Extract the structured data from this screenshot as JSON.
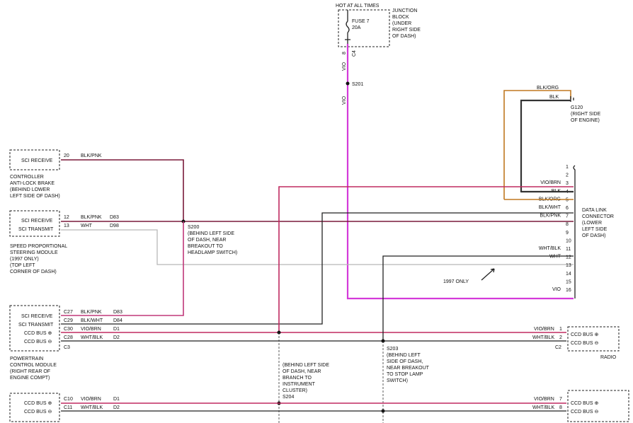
{
  "fuse": {
    "hot_label": "HOT AT ALL TIMES",
    "fuse_name": "FUSE 7",
    "amps": "20A",
    "junction_lines": [
      "JUNCTION",
      "BLOCK",
      "(UNDER",
      "RIGHT SIDE",
      "OF DASH)"
    ],
    "cavity_a": "8",
    "cavity_b": "C4"
  },
  "splices": {
    "s201": "S201",
    "s200": "S200",
    "s200_desc": [
      "(BEHIND LEFT SIDE",
      "OF DASH, NEAR",
      "BREAKOUT TO",
      "HEADLAMP SWITCH)"
    ],
    "s204": "S204",
    "s204_desc": [
      "(BEHIND LEFT SIDE",
      "OF DASH, NEAR",
      "BRANCH TO",
      "INSTRUMENT",
      "CLUSTER)"
    ],
    "s203": "S203",
    "s203_desc": [
      "(BEHIND LEFT",
      "SIDE OF DASH,",
      "NEAR BREAKOUT",
      "TO STOP LAMP",
      "SWITCH)"
    ]
  },
  "wire_vio": "VIO",
  "ground": {
    "name": "G120",
    "desc": [
      "(RIGHT SIDE",
      "OF ENGINE)"
    ],
    "blk_org": "BLK/ORG",
    "blk": "BLK"
  },
  "abs": {
    "pin_label": "SCI RECEIVE",
    "pin": "20",
    "wire": "BLK/PNK",
    "name_lines": [
      "CONTROLLER",
      "ANTI-LOCK BRAKE",
      "(BEHIND LOWER",
      "LEFT SIDE OF DASH)"
    ]
  },
  "spd": {
    "rows": [
      {
        "label": "SCI RECEIVE",
        "pin": "12",
        "wire": "BLK/PNK",
        "circuit": "D83"
      },
      {
        "label": "SCI TRANSMIT",
        "pin": "13",
        "wire": "WHT",
        "circuit": "D98"
      }
    ],
    "name_lines": [
      "SPEED PROPORTIONAL",
      "STEERING MODULE",
      "(1997 ONLY)",
      "(TOP LEFT",
      "CORNER OF DASH)"
    ]
  },
  "pcm": {
    "rows": [
      {
        "label": "SCI RECEIVE",
        "pin": "C27",
        "wire": "BLK/PNK",
        "circuit": "D83"
      },
      {
        "label": "SCI TRANSMIT",
        "pin": "C29",
        "wire": "BLK/WHT",
        "circuit": "D84"
      },
      {
        "label": "CCD BUS ⊕",
        "pin": "C30",
        "wire": "VIO/BRN",
        "circuit": "D1"
      },
      {
        "label": "CCD BUS ⊖",
        "pin": "C28",
        "wire": "WHT/BLK",
        "circuit": "D2"
      }
    ],
    "connector": "C3",
    "name_lines": [
      "POWERTRAIN",
      "CONTROL MODULE",
      "(RIGHT REAR OF",
      "ENGINE COMPT)"
    ]
  },
  "bottom_module": {
    "rows": [
      {
        "label": "CCD BUS ⊕",
        "pin": "C10",
        "wire": "VIO/BRN",
        "circuit": "D1"
      },
      {
        "label": "CCD BUS ⊖",
        "pin": "C11",
        "wire": "WHT/BLK",
        "circuit": "D2"
      }
    ],
    "right_rows": [
      {
        "label": "CCD BUS ⊕",
        "pin": "7",
        "wire": "VIO/BRN"
      },
      {
        "label": "CCD BUS ⊖",
        "pin": "8",
        "wire": "WHT/BLK"
      }
    ]
  },
  "dlc": {
    "pins": [
      "1",
      "2",
      "3",
      "4",
      "5",
      "6",
      "7",
      "8",
      "9",
      "10",
      "11",
      "12",
      "13",
      "14",
      "15",
      "16"
    ],
    "wires": {
      "3": "VIO/BRN",
      "4": "BLK",
      "5": "BLK/ORG",
      "6": "BLK/WHT",
      "7": "BLK/PNK",
      "11": "WHT/BLK",
      "12": "WHT",
      "16": "VIO"
    },
    "name_lines": [
      "DATA LINK",
      "CONNECTOR",
      "(LOWER",
      "LEFT SIDE",
      "OF DASH)"
    ]
  },
  "radio": {
    "rows": [
      {
        "label": "CCD BUS ⊕",
        "pin": "1",
        "wire": "VIO/BRN"
      },
      {
        "label": "CCD BUS ⊖",
        "pin": "2",
        "wire": "WHT/BLK"
      }
    ],
    "connector": "C2",
    "name": "RADIO"
  },
  "note_1997": "1997 ONLY"
}
